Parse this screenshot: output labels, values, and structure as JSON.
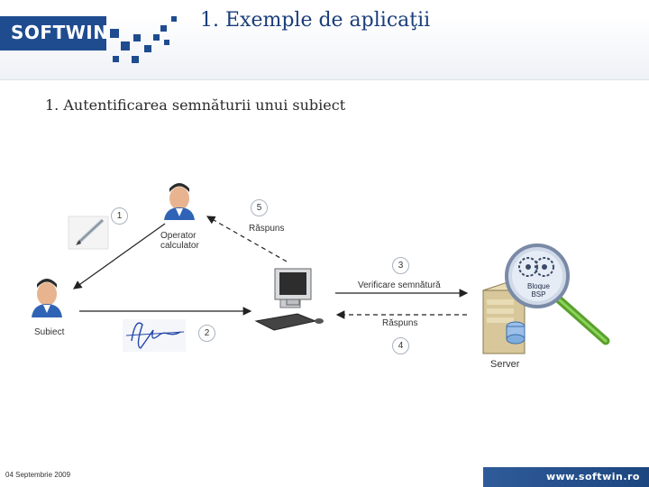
{
  "header": {
    "logo_text": "SOFTWIN",
    "title": "1. Exemple de aplicaţii"
  },
  "slide": {
    "subtitle": "1. Autentificarea semnăturii unui subiect"
  },
  "diagram": {
    "operator_label_line1": "Operator",
    "operator_label_line2": "calculator",
    "subject_label": "Subiect",
    "server_label": "Server",
    "bsp_label_line1": "Bloque",
    "bsp_label_line2": "BSP",
    "verify_label": "Verificare semnătură",
    "response_server_label": "Răspuns",
    "response_operator_label": "Răspuns",
    "step1": "1",
    "step2": "2",
    "step3": "3",
    "step4": "4",
    "step5": "5"
  },
  "footer": {
    "date": "04 Septembrie 2009",
    "url": "www.softwin.ro"
  },
  "colors": {
    "brand_blue": "#1f4c8f",
    "title_blue": "#1a3e7a",
    "magnifier_green": "#5aa02c"
  }
}
